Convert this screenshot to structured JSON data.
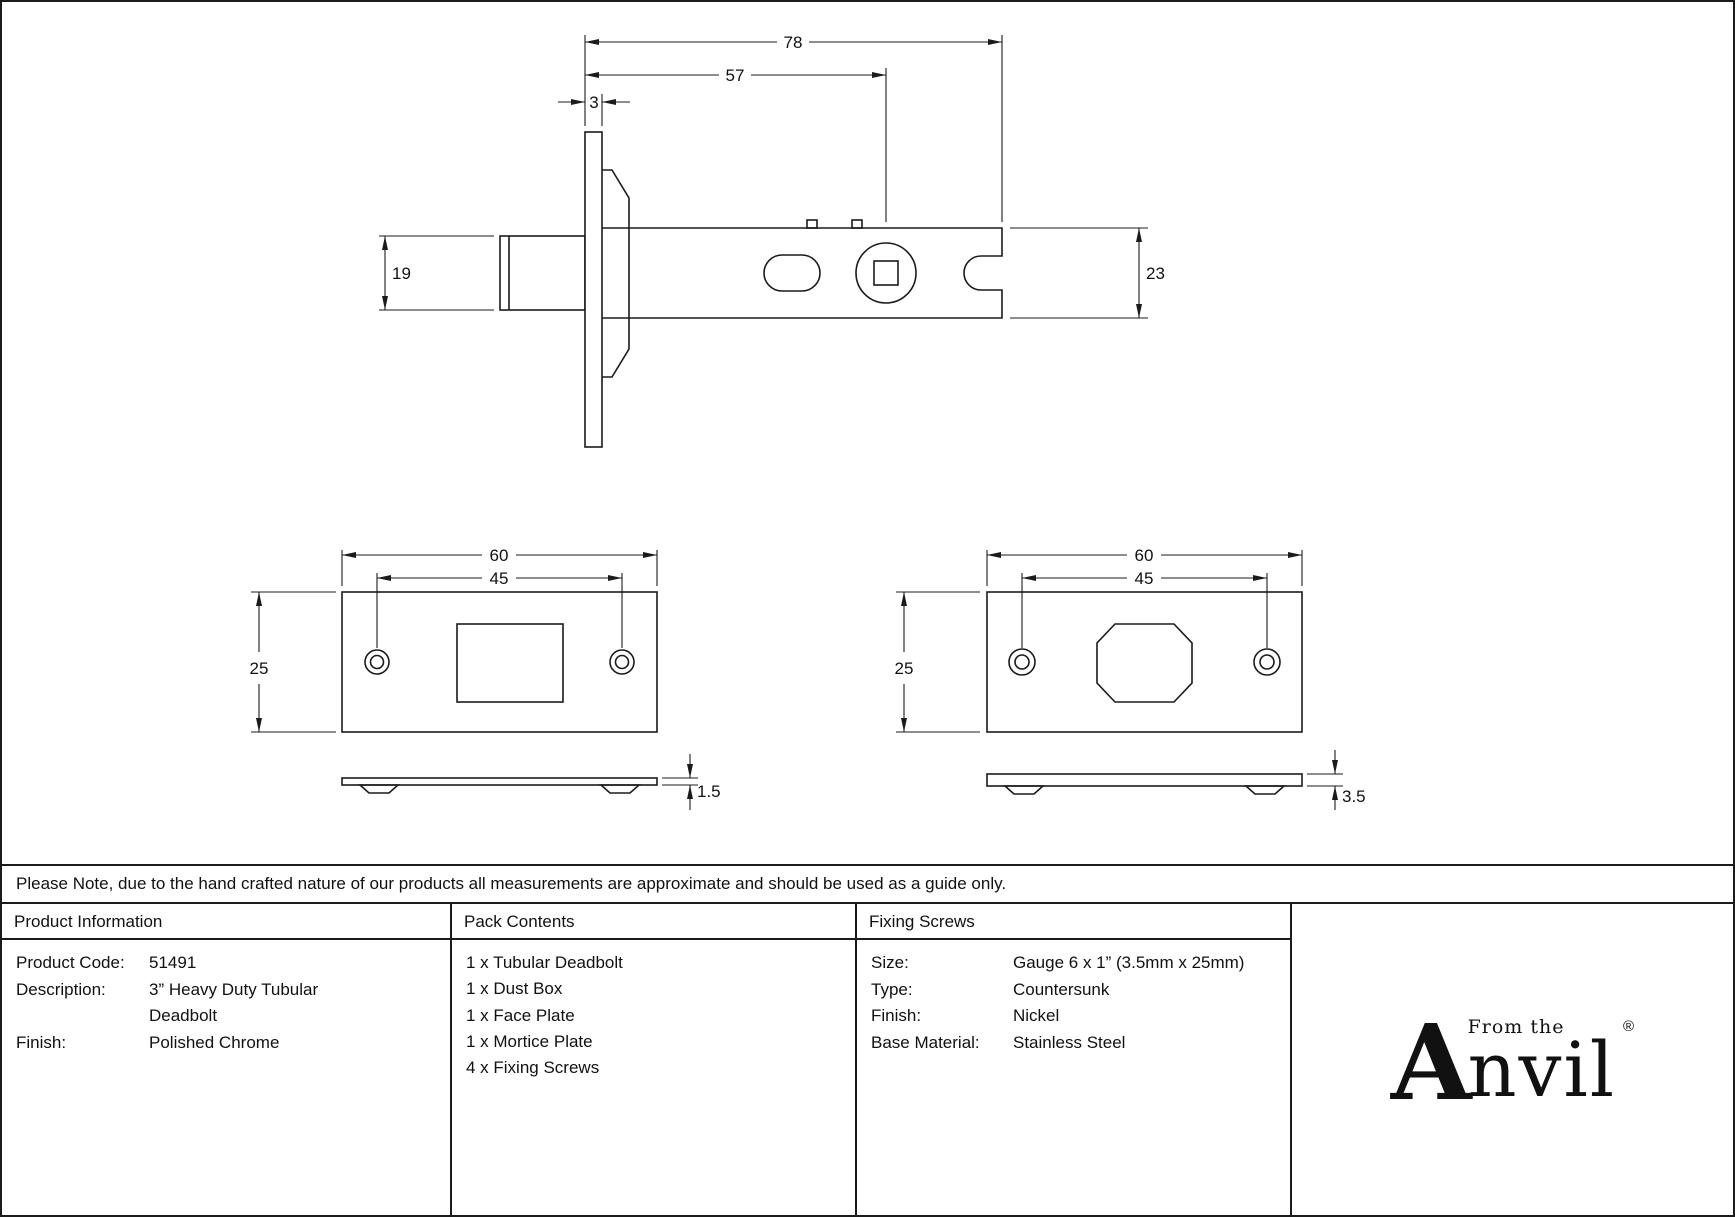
{
  "note": "Please Note, due to the hand crafted nature of our products all measurements are approximate and should be used as a guide only.",
  "drawings": {
    "side_view": {
      "total_length": "78",
      "backset": "57",
      "faceplate_thickness": "3",
      "bolt_diameter": "19",
      "case_height": "23"
    },
    "face_plate": {
      "width": "60",
      "hole_centers": "45",
      "height": "25",
      "thickness": "1.5"
    },
    "mortice_plate": {
      "width": "60",
      "hole_centers": "45",
      "height": "25",
      "thickness": "3.5"
    }
  },
  "table": {
    "product_information": {
      "header": "Product Information",
      "rows": [
        {
          "label": "Product Code:",
          "value": "51491"
        },
        {
          "label": "Description:",
          "value": "3” Heavy Duty Tubular"
        },
        {
          "label": "",
          "value": "Deadbolt"
        },
        {
          "label": "Finish:",
          "value": "Polished Chrome"
        }
      ]
    },
    "pack_contents": {
      "header": "Pack Contents",
      "items": [
        "1 x Tubular Deadbolt",
        "1 x Dust Box",
        "1 x Face Plate",
        "1 x Mortice Plate",
        "4 x Fixing Screws"
      ]
    },
    "fixing_screws": {
      "header": "Fixing Screws",
      "rows": [
        {
          "label": "Size:",
          "value": "Gauge 6 x 1” (3.5mm x 25mm)"
        },
        {
          "label": "Type:",
          "value": "Countersunk"
        },
        {
          "label": "Finish:",
          "value": "Nickel"
        },
        {
          "label": "Base Material:",
          "value": "Stainless Steel"
        }
      ]
    }
  },
  "logo": {
    "letter_a": "A",
    "from_the": "From the",
    "nvil": "nvil",
    "registered": "®"
  }
}
